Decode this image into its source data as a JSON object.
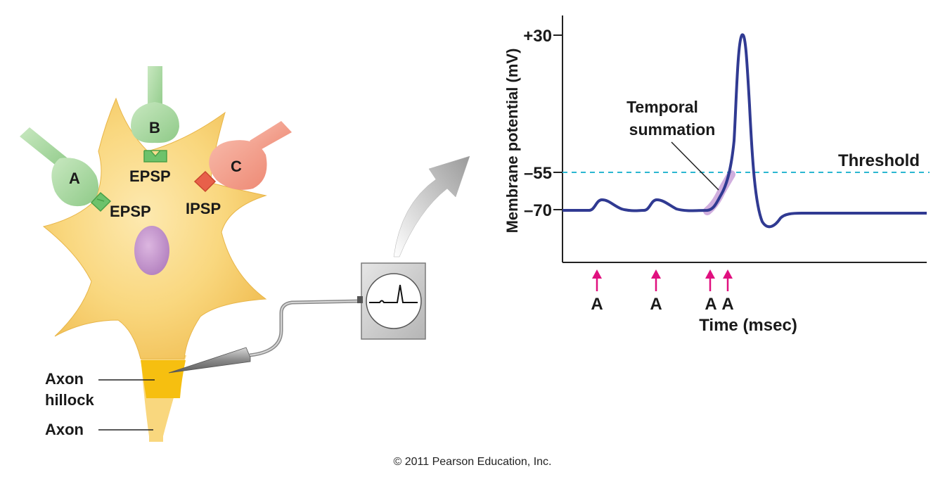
{
  "neuron": {
    "terminals": [
      {
        "letter": "A",
        "potential": "EPSP"
      },
      {
        "letter": "B",
        "potential": "EPSP"
      },
      {
        "letter": "C",
        "potential": "IPSP"
      }
    ],
    "axon_hillock_label": [
      "Axon",
      "hillock"
    ],
    "axon_label": "Axon"
  },
  "colors": {
    "cell_body": "#f7c95a",
    "nucleus": "#c99bd0",
    "excitatory_terminal": "#9fd49a",
    "inhibitory_terminal": "#f0937f",
    "axon_hillock": "#f6bf10",
    "trace": "#303a92",
    "threshold": "#2bb7d1",
    "stimulus_arrow": "#e0107f",
    "summation_highlight": "#c8a0d8"
  },
  "graph": {
    "ylabel": "Membrane potential (mV)",
    "xlabel": "Time (msec)",
    "y_ticks": [
      "+30",
      "–55",
      "–70"
    ],
    "threshold_label": "Threshold",
    "annotation": [
      "Temporal",
      "summation"
    ],
    "stimulus_labels": [
      "A",
      "A",
      "A",
      "A"
    ]
  },
  "copyright": "© 2011 Pearson Education, Inc."
}
